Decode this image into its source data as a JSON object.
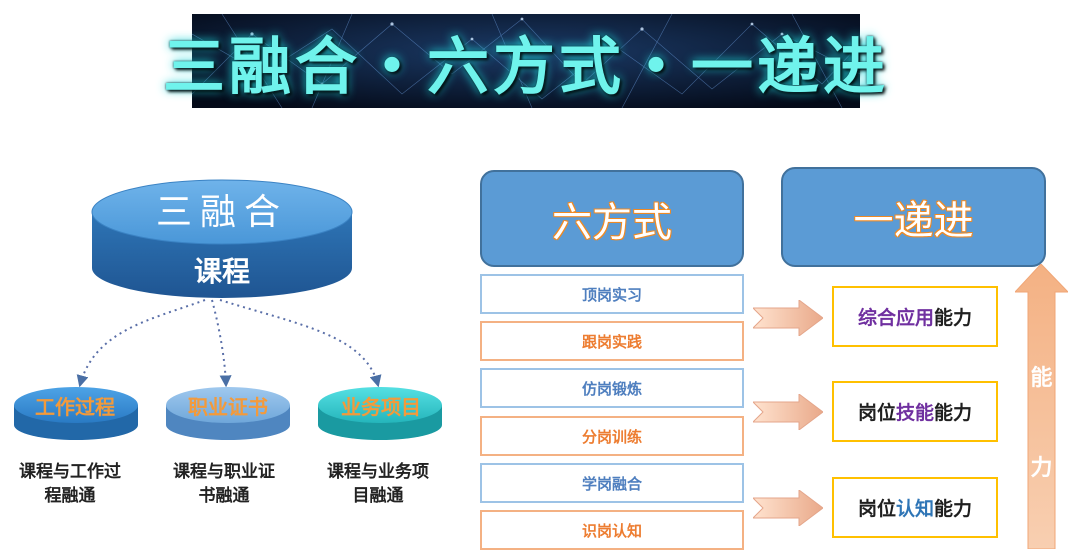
{
  "title": "三融合・六方式・一递进",
  "fusion": {
    "title": "三融合",
    "subtitle": "课程",
    "items": [
      {
        "label": "工作过程",
        "caption_line1": "课程与工作过",
        "caption_line2": "程融通"
      },
      {
        "label": "职业证书",
        "caption_line1": "课程与职业证",
        "caption_line2": "书融通"
      },
      {
        "label": "业务项目",
        "caption_line1": "课程与业务项",
        "caption_line2": "目融通"
      }
    ]
  },
  "methods": {
    "header": "六方式",
    "items": [
      "顶岗实习",
      "跟岗实践",
      "仿岗锻炼",
      "分岗训练",
      "学岗融合",
      "识岗认知"
    ]
  },
  "progression": {
    "header": "一递进",
    "abilities": [
      {
        "highlight": "综合应用",
        "suffix": "能力"
      },
      {
        "prefix": "岗位",
        "highlight": "技能",
        "suffix": "能力"
      },
      {
        "prefix": "岗位",
        "highlight": "认知",
        "suffix": "能力"
      }
    ],
    "axis_chars": [
      "能",
      "力"
    ]
  },
  "colors": {
    "banner_text": "#6ff3ec",
    "disc_blue": "#2e75b6",
    "disc_teal": "#2cc2c9",
    "header_blue": "#5b9bd5",
    "accent_orange": "#ed7d31",
    "ability_border": "#ffc000",
    "highlight_purple": "#7030a0"
  }
}
